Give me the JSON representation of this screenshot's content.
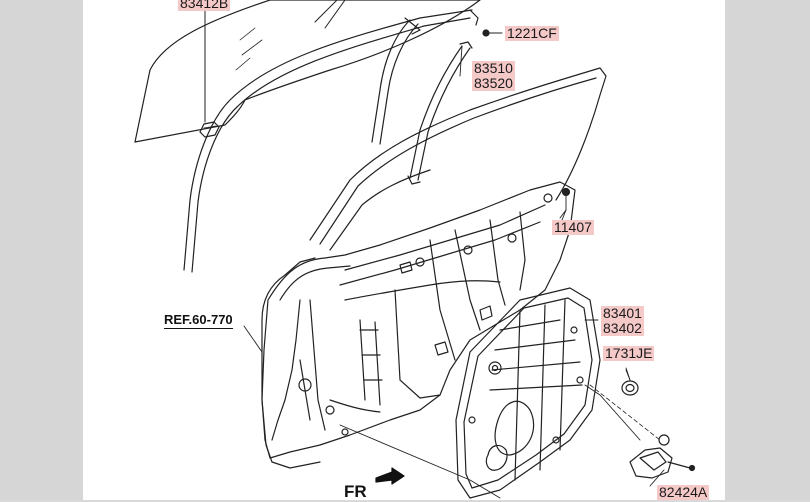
{
  "diagram": {
    "parts": [
      {
        "id": "p1",
        "number": "83412B"
      },
      {
        "id": "p2",
        "number": "1221CF"
      },
      {
        "id": "p3",
        "number": "83510"
      },
      {
        "id": "p4",
        "number": "83520"
      },
      {
        "id": "p5",
        "number": "11407"
      },
      {
        "id": "p6",
        "number": "83401"
      },
      {
        "id": "p7",
        "number": "83402"
      },
      {
        "id": "p8",
        "number": "1731JE"
      },
      {
        "id": "p9",
        "number": "82424A"
      }
    ],
    "reference": "REF.60-770",
    "direction_label": "FR",
    "highlight_color": "#f6c9c9",
    "line_color": "#222222"
  }
}
